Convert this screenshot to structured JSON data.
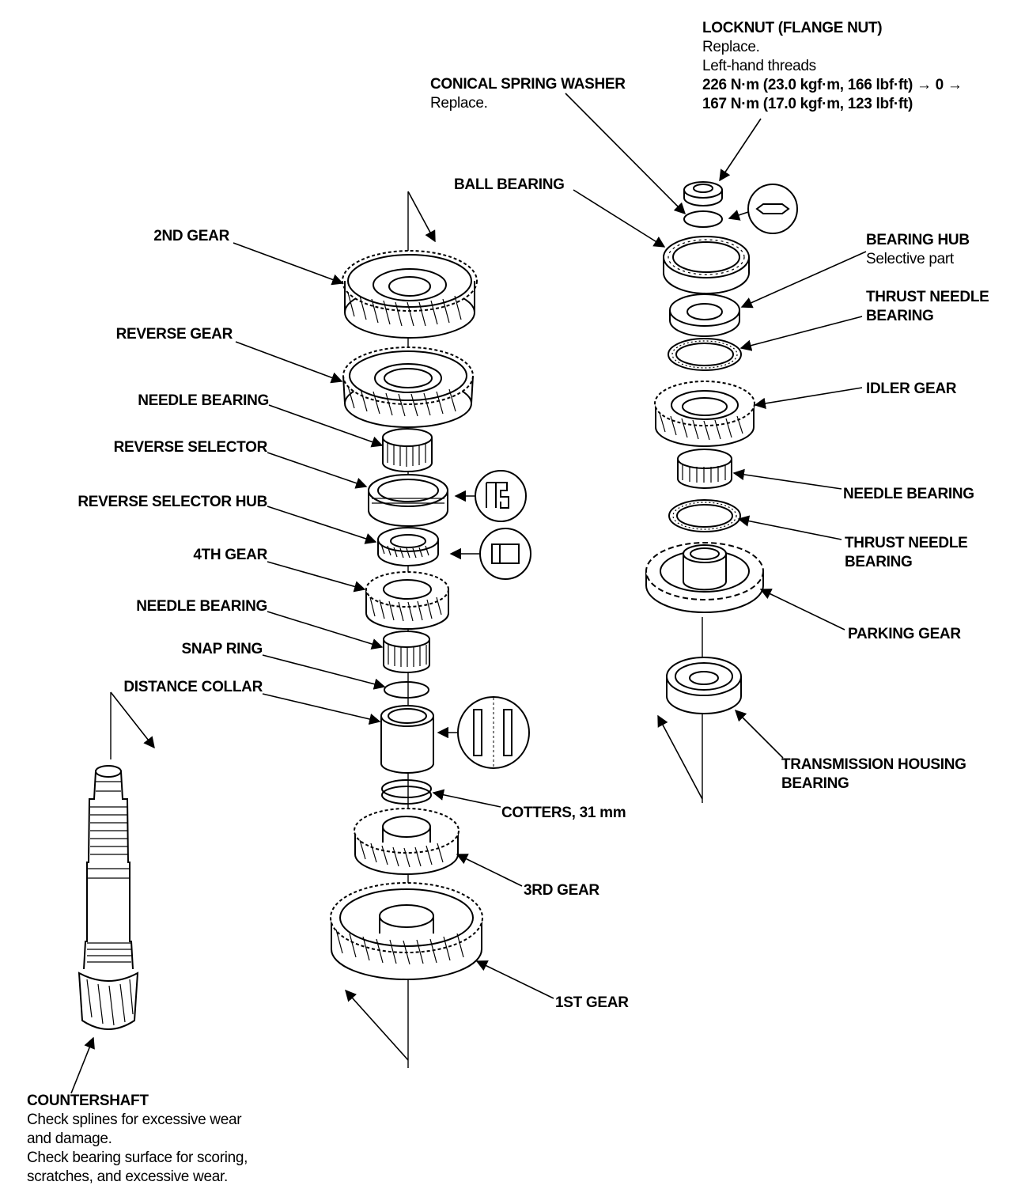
{
  "labels": {
    "locknut": {
      "title": "LOCKNUT (FLANGE NUT)",
      "line1": "Replace.",
      "line2": "Left-hand threads",
      "line3": "226 N·m (23.0 kgf·m, 166 lbf·ft) → 0 →",
      "line4": "167 N·m (17.0 kgf·m, 123 lbf·ft)"
    },
    "conical_spring_washer": {
      "title": "CONICAL SPRING WASHER",
      "note": "Replace."
    },
    "ball_bearing": "BALL BEARING",
    "bearing_hub": {
      "title": "BEARING HUB",
      "note": "Selective part"
    },
    "thrust_needle_bearing_upper": {
      "line1": "THRUST NEEDLE",
      "line2": "BEARING"
    },
    "idler_gear": "IDLER GEAR",
    "needle_bearing_right": "NEEDLE BEARING",
    "thrust_needle_bearing_lower": {
      "line1": "THRUST NEEDLE",
      "line2": "BEARING"
    },
    "parking_gear": "PARKING GEAR",
    "transmission_housing_bearing": {
      "line1": "TRANSMISSION HOUSING",
      "line2": "BEARING"
    },
    "second_gear": "2ND GEAR",
    "reverse_gear": "REVERSE GEAR",
    "needle_bearing_upper": "NEEDLE BEARING",
    "reverse_selector": "REVERSE SELECTOR",
    "reverse_selector_hub": "REVERSE SELECTOR HUB",
    "fourth_gear": "4TH GEAR",
    "needle_bearing_lower": "NEEDLE BEARING",
    "snap_ring": "SNAP RING",
    "distance_collar": "DISTANCE COLLAR",
    "cotters": "COTTERS, 31 mm",
    "third_gear": "3RD GEAR",
    "first_gear": "1ST GEAR",
    "countershaft": {
      "title": "COUNTERSHAFT",
      "line1": "Check splines for excessive wear",
      "line2": "and damage.",
      "line3": "Check bearing surface for scoring,",
      "line4": "scratches, and excessive wear."
    }
  }
}
